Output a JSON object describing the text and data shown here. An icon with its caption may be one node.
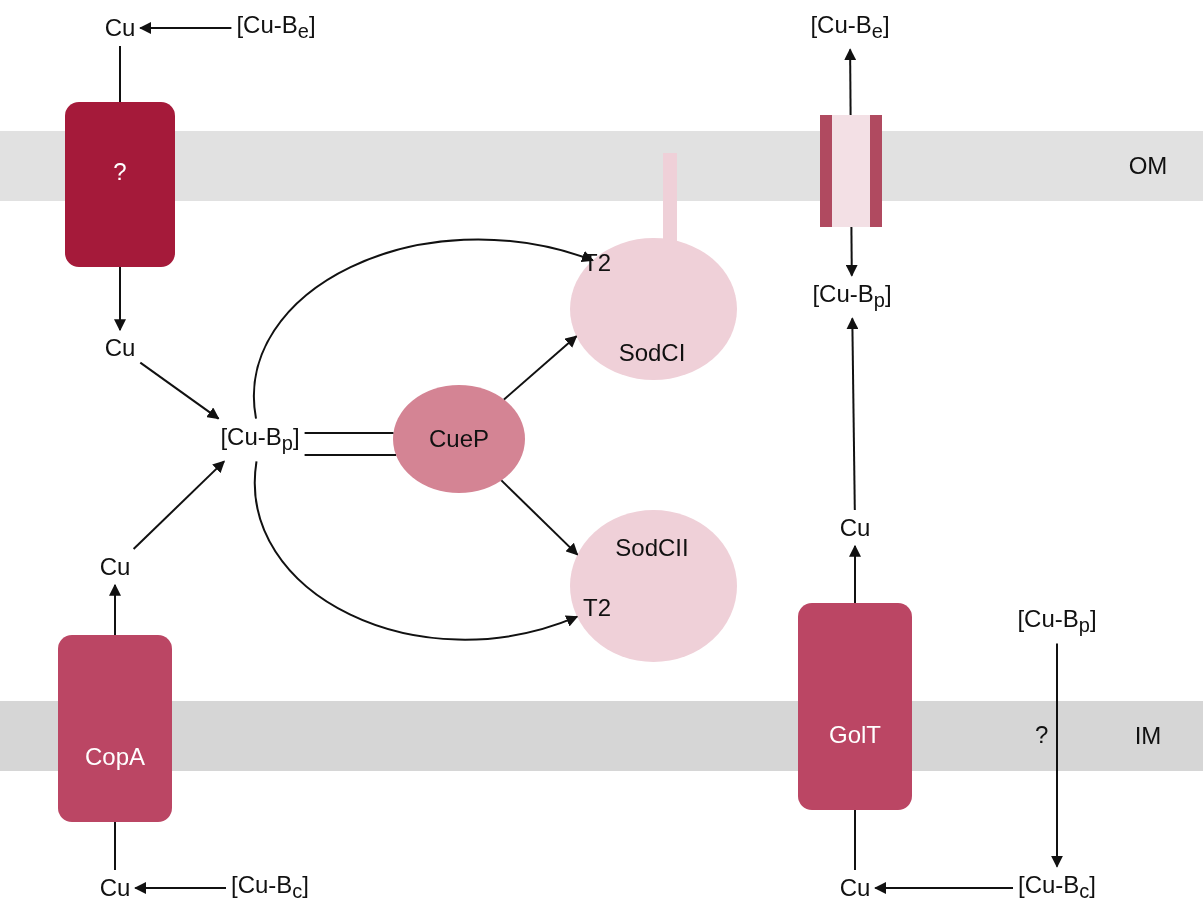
{
  "diagram": {
    "nodes": [
      {
        "text": [
          "Cu"
        ]
      },
      {
        "text": [
          "[Cu-B$_{e}$]"
        ]
      },
      {
        "text": [
          "?"
        ]
      },
      {
        "text": [
          "Cu"
        ]
      },
      {
        "text": [
          "[Cu-B$_{p}$]"
        ]
      },
      {
        "text": [
          "CueP"
        ]
      },
      {
        "text": [
          "T2",
          "SodCI"
        ]
      },
      {
        "text": [
          "SodCII",
          "T2"
        ]
      },
      {
        "text": [
          "Cu"
        ]
      },
      {
        "text": [
          "CopA"
        ]
      },
      {
        "text": [
          "Cu"
        ]
      },
      {
        "text": [
          "[Cu-B$_{c}$]"
        ]
      },
      {
        "text": [
          "[Cu-B$_{e}$]"
        ]
      },
      {
        "text": [],
        "shape": "box"
      },
      {
        "text": [
          "[Cu-B$_{p}$]"
        ]
      },
      {
        "text": [
          "Cu"
        ]
      },
      {
        "text": [
          "GolT"
        ]
      },
      {
        "text": [
          "[Cu-B$_{p}$]"
        ]
      },
      {
        "text": [
          "Cu"
        ]
      },
      {
        "text": [
          "[Cu-B$_{c}$]"
        ]
      }
    ],
    "edges": [
      {
        "from": 1,
        "to": 0,
        "arrow": "to"
      },
      {
        "from": 0,
        "to": 2,
        "arrow": "none"
      },
      {
        "from": 2,
        "to": 3,
        "arrow": "to"
      },
      {
        "from": 3,
        "to": 4,
        "arrow": "to"
      },
      {
        "from": 8,
        "to": 4,
        "arrow": "to"
      },
      {
        "from": 9,
        "to": 8,
        "arrow": "to"
      },
      {
        "from": 10,
        "to": 9,
        "arrow": "none"
      },
      {
        "from": 11,
        "to": 10,
        "arrow": "to"
      },
      {
        "from": 4,
        "to": 6,
        "arrow": "to"
      },
      {
        "from": 4,
        "to": 5,
        "arrow": "none"
      },
      {
        "from": 4,
        "to": 5,
        "arrow": "none"
      },
      {
        "from": 5,
        "to": 6,
        "arrow": "to"
      },
      {
        "from": 5,
        "to": 7,
        "arrow": "to"
      },
      {
        "from": 4,
        "to": 7,
        "arrow": "to"
      },
      {
        "from": 13,
        "to": 12,
        "arrow": "to"
      },
      {
        "from": 13,
        "to": 14,
        "arrow": "to"
      },
      {
        "from": 15,
        "to": 14,
        "arrow": "to"
      },
      {
        "from": 16,
        "to": 15,
        "arrow": "to"
      },
      {
        "from": 18,
        "to": 16,
        "arrow": "none"
      },
      {
        "from": 19,
        "to": 18,
        "arrow": "to"
      },
      {
        "from": 17,
        "to": 19,
        "arrow": "to",
        "label": "?"
      }
    ],
    "labels": [
      "OM",
      "IM"
    ]
  }
}
